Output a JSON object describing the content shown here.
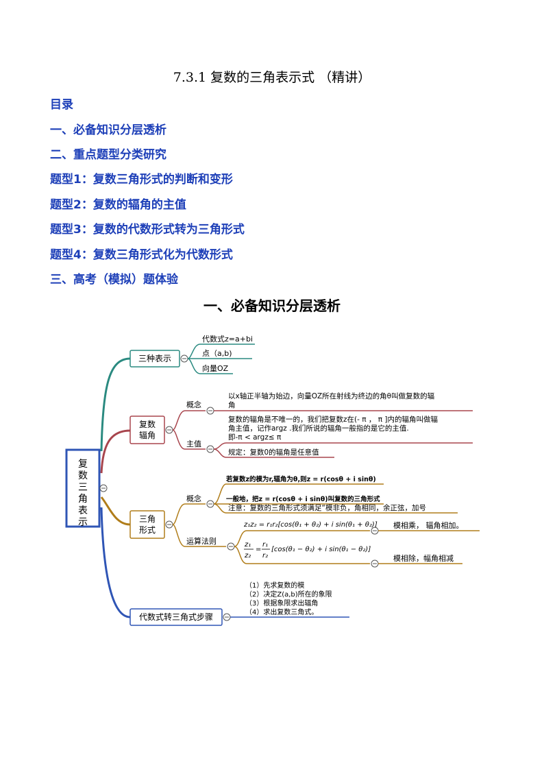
{
  "title": "7.3.1 复数的三角表示式  （精讲）",
  "toc": {
    "heading": "目录",
    "items": [
      "一、必备知识分层透析",
      "二、重点题型分类研究",
      "题型1：复数三角形式的判断和变形",
      "题型2：复数的辐角的主值",
      "题型3：复数的代数形式转为三角形式",
      "题型4：复数三角形式化为代数形式",
      "三、高考（模拟）题体验"
    ]
  },
  "section_title": "一、必备知识分层透析",
  "mindmap": {
    "root": [
      "复",
      "数",
      "三",
      "角",
      "表",
      "示"
    ],
    "branch1": {
      "label": "三种表示",
      "leaves": [
        "代数式z=a+bi",
        "点（a,b)",
        "向量OZ"
      ]
    },
    "branch2": {
      "label_lines": [
        "复数",
        "辐角"
      ],
      "concept_label": "概念",
      "concept_text": [
        "以x轴正半轴为始边，向量OZ所在射线为终边的角θ叫做复数的辐",
        "角"
      ],
      "principal_label": "主值",
      "principal_text": [
        "复数的辐角是不唯一的，我们把复数z在(-  π ， π ]内的辐角叫做辐",
        "角主值，记作argz .我们所说的辐角一般指的是它的主值.",
        "即-π  <  argz≤ π"
      ],
      "rule_text": "规定：复数0的辐角是任意值"
    },
    "branch3": {
      "label_lines": [
        "三角",
        "形式"
      ],
      "concept_label": "概念",
      "def1": "若复数z的模为r,辐角为θ,则z = r(cosθ + i sinθ)",
      "def2": "一般地，把z = r(cosθ + i sinθ)叫复数的三角形式",
      "note": "注意：复数的三角形式须满足“模非负，角相同，余正弦，加号",
      "ops_label": "运算法则",
      "mult_formula": "z₁z₂ = r₁r₂[cos(θ₁ + θ₂) + i sin(θ₁ + θ₂)]",
      "mult_text": "模相乘，    辐角相加。",
      "div_formula": "[cos(θ₁ − θ₂) + i sin(θ₁ − θ₂)]",
      "div_text": "模相除，幅角相减"
    },
    "branch4": {
      "label": "代数式转三角式步骤",
      "steps": [
        "（1）先求复数的模",
        "（2）决定Z(a,b)所在的象限",
        "（3）根据象限求出辐角",
        "（4）求出复数三角式。"
      ]
    },
    "colors": {
      "teal": "#2a8a80",
      "rose": "#a8454d",
      "gold": "#b07d1a",
      "blue": "#2f55b5",
      "root": "#2f55b5"
    }
  }
}
